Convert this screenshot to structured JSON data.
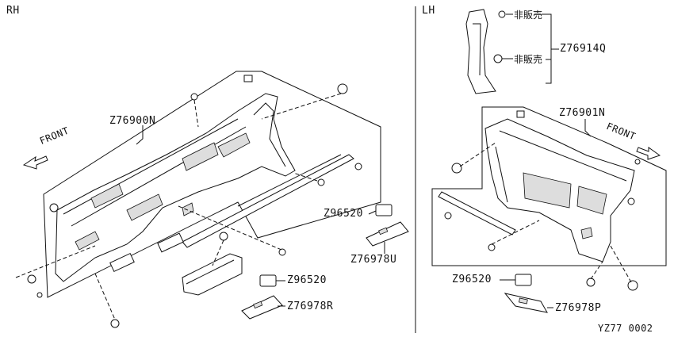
{
  "sections": {
    "rh": "RH",
    "lh": "LH"
  },
  "labels": {
    "p_76900N": "Z76900N",
    "p_96520_rh_top": "Z96520",
    "p_76978U": "Z76978U",
    "p_96520_rh_bottom": "Z96520",
    "p_76978R": "Z76978R",
    "front_rh": "FRONT",
    "p_76914Q": "Z76914Q",
    "not_sold_1": "非販売",
    "not_sold_2": "非販売",
    "p_76901N": "Z76901N",
    "front_lh": "FRONT",
    "p_96520_lh": "Z96520",
    "p_76978P": "Z76978P"
  },
  "diagram_id": "YZ77 0002"
}
